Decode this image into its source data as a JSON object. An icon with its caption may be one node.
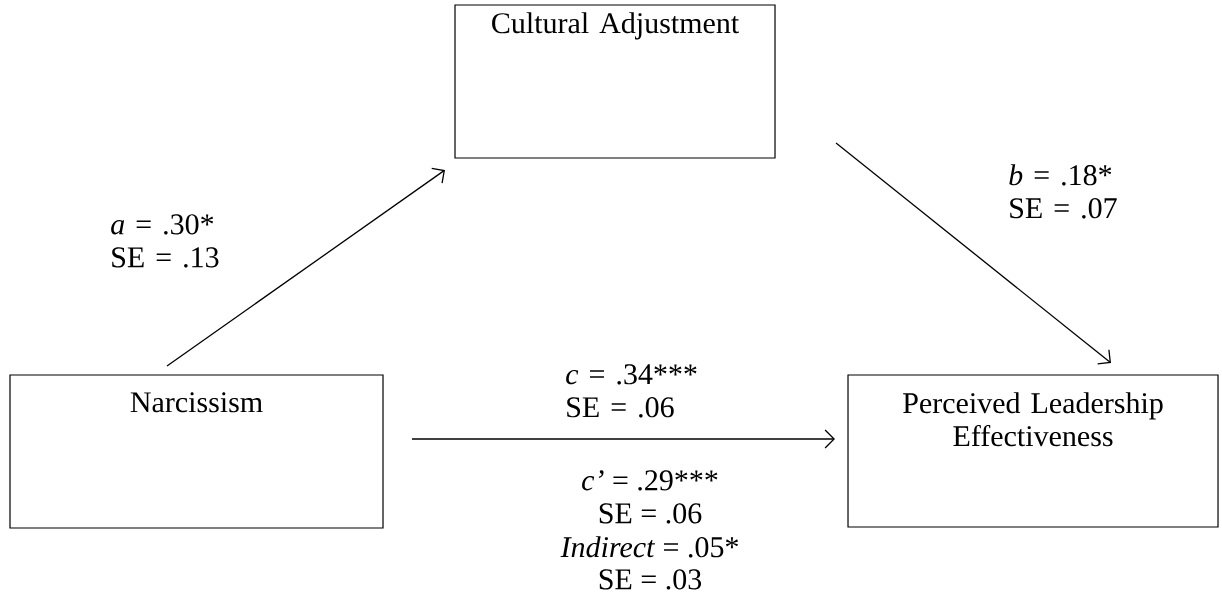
{
  "diagram": {
    "nodes": [
      {
        "text": [
          "Cultural Adjustment"
        ]
      },
      {
        "text": [
          "Narcissism"
        ]
      },
      {
        "text": [
          "Perceived Leadership Effectiveness"
        ]
      }
    ],
    "edges": [
      {
        "from": 1,
        "to": 0,
        "arrow": "to",
        "label": "*a* = .30* SE = .13"
      },
      {
        "from": 0,
        "to": 2,
        "arrow": "to",
        "label": "*b* = .18* SE = .07"
      },
      {
        "from": 1,
        "to": 2,
        "arrow": "to",
        "label": "*c* = .34*** SE = .06"
      }
    ],
    "labels": [
      "*c’* = .29***",
      "SE = .06",
      "*Indirect* = .05*",
      "SE = .03"
    ]
  }
}
